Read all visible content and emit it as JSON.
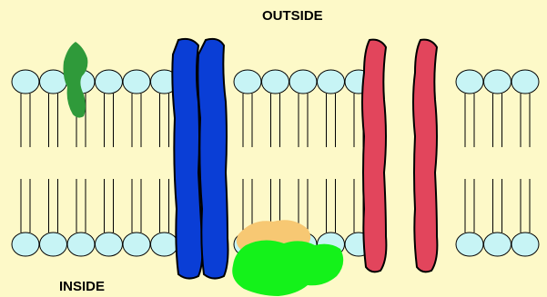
{
  "labels": {
    "outside": "OUTSIDE",
    "inside": "INSIDE"
  },
  "colors": {
    "background": "#fdf9c8",
    "phospholipid_head": "#c7f4f5",
    "outline": "#000000",
    "peripheral_protein": "#2f9a3a",
    "channel_protein_blue": "#0a3ed6",
    "transmembrane_protein_red": "#e2455c",
    "orange_protein": "#f7c873",
    "green_protein": "#14f21a"
  },
  "components": [
    "phospholipid-bilayer",
    "peripheral-protein-green",
    "channel-protein-blue",
    "transmembrane-protein-red",
    "inner-peripheral-protein-orange",
    "inner-peripheral-protein-green"
  ]
}
